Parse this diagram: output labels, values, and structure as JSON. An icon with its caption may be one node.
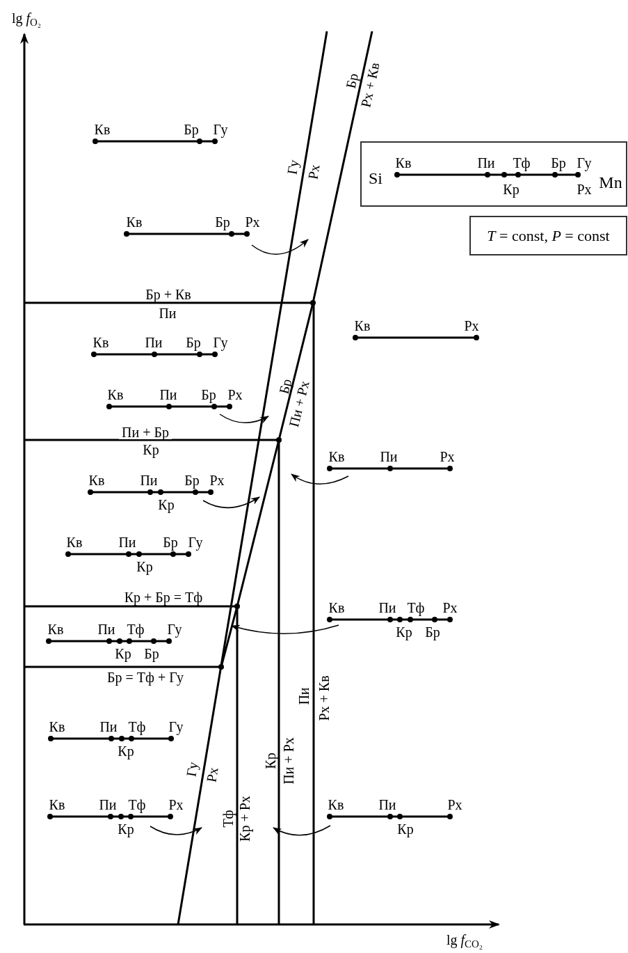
{
  "diagram": {
    "nodes": [
      {
        "text": [
          "Кв",
          "Бр",
          "Гу"
        ]
      },
      {
        "text": [
          "Si",
          "Кв",
          "Пи",
          "Тф",
          "Бр",
          "Гу",
          "Mn",
          "Кр",
          "Рх"
        ]
      },
      {
        "text": [
          "Кв",
          "Бр",
          "Рх"
        ]
      },
      {
        "text": [
          "*T* = const, *P* = const"
        ]
      },
      {
        "text": [
          "Кв",
          "Рх"
        ]
      },
      {
        "text": [
          "Кв",
          "Пи",
          "Бр",
          "Гу"
        ]
      },
      {
        "text": [
          "Кв",
          "Пи",
          "Бр",
          "Рх"
        ]
      },
      {
        "text": [
          "Кв",
          "Пи",
          "Рх"
        ]
      },
      {
        "text": [
          "Кв",
          "Пи",
          "Бр",
          "Рх",
          "Кр"
        ]
      },
      {
        "text": [
          "Кв",
          "Пи",
          "Бр",
          "Гу",
          "Кр"
        ]
      },
      {
        "text": [
          "Кв",
          "Пи",
          "Тф",
          "Рх",
          "Кр",
          "Бр"
        ]
      },
      {
        "text": [
          "Кв",
          "Пи",
          "Тф",
          "Гу",
          "Кр",
          "Бр"
        ]
      },
      {
        "text": [
          "Кв",
          "Пи",
          "Тф",
          "Гу",
          "Кр"
        ]
      },
      {
        "text": [
          "Кв",
          "Пи",
          "Тф",
          "Рх",
          "Кр"
        ]
      },
      {
        "text": [
          "Кв",
          "Пи",
          "Рх",
          "Кр"
        ]
      }
    ],
    "edges": [
      {
        "from": 2,
        "to": null,
        "arrow": "to"
      },
      {
        "from": 6,
        "to": null,
        "arrow": "to"
      },
      {
        "from": 7,
        "to": null,
        "arrow": "to"
      },
      {
        "from": 8,
        "to": null,
        "arrow": "to"
      },
      {
        "from": 10,
        "to": null,
        "arrow": "to"
      },
      {
        "from": 13,
        "to": null,
        "arrow": "to"
      },
      {
        "from": 14,
        "to": null,
        "arrow": "to"
      }
    ],
    "labels": [
      "lg *f*$_{O₂}$",
      "Бр",
      "Рх + Кв",
      "Гу",
      "Рх",
      "Бр + Кв",
      "Пи",
      "Бр",
      "Пи + Рх",
      "Пи + Бр",
      "Кр",
      "Кр + Бр = Тф",
      "Бр = Тф + Гу",
      "Пи",
      "Рх + Кв",
      "Кр",
      "Пи + Рх",
      "Гу",
      "Рх",
      "Тф",
      "Кр + Рх",
      "lg *f*$_{CO₂}$"
    ]
  }
}
